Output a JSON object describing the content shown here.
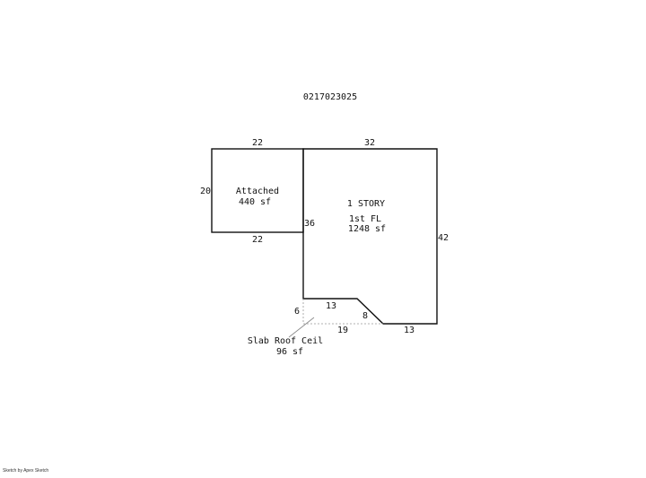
{
  "sketch_id": "0217023025",
  "areas": {
    "garage": {
      "name": "Attached",
      "size": "440 sf"
    },
    "main": {
      "stories": "1 STORY",
      "floor": "1st FL",
      "size": "1248 sf"
    },
    "slab": {
      "name": "Slab Roof Ceil",
      "size": "96 sf"
    }
  },
  "dimensions": {
    "garage_top": "22",
    "garage_left": "20",
    "garage_bottom": "22",
    "main_top": "32",
    "main_left": "36",
    "main_right": "42",
    "notch_top": "13",
    "notch_diag": "8",
    "bottom_right": "13",
    "slab_left": "6",
    "slab_bottom": "19"
  },
  "footer": "Sketch by Apex Sketch",
  "colors": {
    "line": "#111111",
    "slab_line": "#999999"
  }
}
